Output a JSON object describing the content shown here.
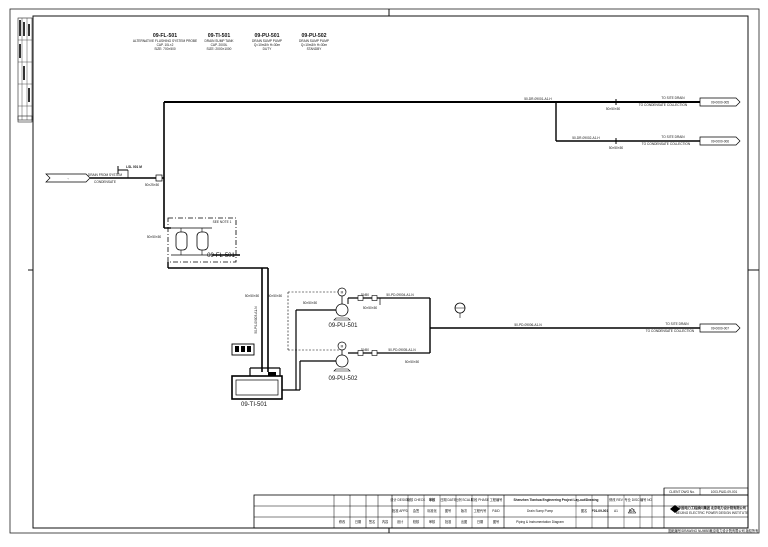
{
  "equipment_header": [
    {
      "tag": "09-FL-501",
      "l1": "ALTERNATIVE FLUSHING SYSTEM PROBE",
      "l2": "CAP. 10L×2",
      "l3": "SIZE: 700×500"
    },
    {
      "tag": "09-TI-501",
      "l1": "DRAIN SUMP TANK",
      "l2": "CAP. 2000L",
      "l3": "SIZE: 2000×1000"
    },
    {
      "tag": "09-PU-501",
      "l1": "DRAIN SUMP PUMP",
      "l2": "Q=10m3/h H=30m",
      "l3": "DUTY"
    },
    {
      "tag": "09-PU-502",
      "l1": "DRAIN SUMP PUMP",
      "l2": "Q=10m3/h H=30m",
      "l3": "STANDBY"
    }
  ],
  "inlet": {
    "arrow_label": "→",
    "line1": "DRAIN FROM SYSTEM",
    "line2": "CONDENSATE"
  },
  "lsl_tag": "LSL 001 M",
  "outlets": [
    {
      "label1": "TO SITE DRAIN",
      "label2": "TO CONDENSATE COLLECTION",
      "ref": "09-0000-005"
    },
    {
      "label1": "TO SITE DRAIN",
      "label2": "TO CONDENSATE COLLECTION",
      "ref": "09-0000-006"
    },
    {
      "label1": "TO SITE DRAIN",
      "label2": "TO CONDENSATE COLLECTION",
      "ref": "09-0000-007"
    }
  ],
  "pipe_labels": {
    "top_main": "50-DR-09001-A1-H",
    "branch_top": "50-DR-09002-A1-H",
    "branch_small": "50×50×50",
    "inlet_pipe": "50×25×50",
    "filter_in": "50×50×50",
    "pump_suction": "50-PS-09003-A1-N",
    "p1_valve": "DN50",
    "p2_valve": "DN50",
    "p1_out": "50-PD-09004-A1-N",
    "p2_out": "50-PD-09005-A1-N",
    "p1_red": "50×50×50",
    "p2_red": "50×50×50",
    "discharge": "50-PD-09006-A1-N"
  },
  "equip_tags": {
    "filter": "09-FL-501",
    "filter_note": "SEE NOTE 1",
    "pump1": "09-PU-501",
    "pump2": "09-PU-502",
    "tank": "09-TI-501"
  },
  "title_block": {
    "project_title": "Shenzhen Tianhua Engineering Project Lay-out/Drawing",
    "drawing_title_1": "Drain Sump Pump",
    "drawing_title_2": "Piping & Instrumentation Diagram",
    "company": "中国电力工程顾问集团 北京电力设计院有限公司",
    "company_en": "BEIJING ELECTRIC POWER DESIGN INSTITUTE",
    "client_dwg_label": "CLIENT DWG No.",
    "client_dwg_no": "1003-P&ID-09-001",
    "drawing_no": "F01-09-001",
    "footer_left": "图纸编号/DRAWING NUMBER",
    "footer_right": "北京电力设计院有限公司 版权所有",
    "cells_top": [
      "设计 DESIGN",
      "校核 CHECK",
      "审核",
      "日期 DATE",
      "比例 SCALE",
      "阶段 PHASE",
      "工程编号",
      "Shenzhen Tianhua Engineering Project Lay-out/Drawing",
      "修改 REV",
      "专业 DISC",
      "编号 NO"
    ],
    "cells_mid": [
      "批准 APPD",
      "会签",
      "标准化",
      "图号",
      "版次",
      "工程代号",
      "P&ID",
      "图名",
      "A1",
      "版本"
    ],
    "cells_bot": [
      "修改",
      "日期",
      "签名",
      "内容",
      "设计",
      "校核",
      "审核",
      "批准",
      "出图",
      "日期",
      "图号"
    ]
  }
}
